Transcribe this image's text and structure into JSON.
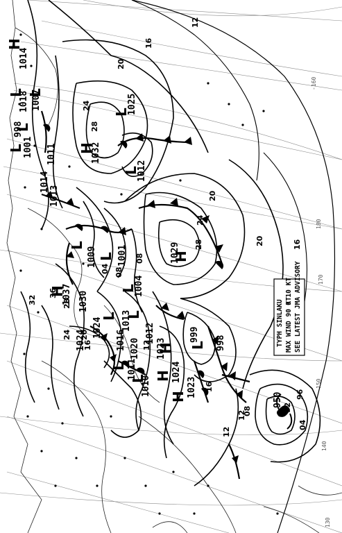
{
  "map": {
    "isobar_labels": [
      "12",
      "16",
      "20",
      "24",
      "28",
      "32",
      "36",
      "08",
      "04",
      "08",
      "12",
      "16",
      "20",
      "24",
      "28",
      "12",
      "16",
      "20",
      "24",
      "28",
      "20",
      "16",
      "12",
      "96",
      "92",
      "04",
      "08"
    ],
    "centers": [
      {
        "type": "H",
        "pressure": "1014"
      },
      {
        "type": "L",
        "pressure": "1018"
      },
      {
        "type": "L",
        "pressure": "1007"
      },
      {
        "type": "L",
        "pressure": "998"
      },
      {
        "type": "L",
        "pressure": "1001"
      },
      {
        "type": "L",
        "pressure": "1011"
      },
      {
        "type": "L",
        "pressure": "1014"
      },
      {
        "type": "L",
        "pressure": "1013"
      },
      {
        "type": "L",
        "pressure": "1025"
      },
      {
        "type": "H",
        "pressure": "1032"
      },
      {
        "type": "L",
        "pressure": "1012"
      },
      {
        "type": "L",
        "pressure": "1009"
      },
      {
        "type": "L",
        "pressure": "1001"
      },
      {
        "type": "H",
        "pressure": "1029"
      },
      {
        "type": "L",
        "pressure": "1004"
      },
      {
        "type": "L",
        "pressure": "1013"
      },
      {
        "type": "H",
        "pressure": "1037"
      },
      {
        "type": "H",
        "pressure": "1030"
      },
      {
        "type": "H",
        "pressure": "1024"
      },
      {
        "type": "L",
        "pressure": "1016"
      },
      {
        "type": "L",
        "pressure": "1020"
      },
      {
        "type": "L",
        "pressure": "1012"
      },
      {
        "type": "L",
        "pressure": "999"
      },
      {
        "type": "L",
        "pressure": "998"
      },
      {
        "type": "H",
        "pressure": "1023"
      },
      {
        "type": "H",
        "pressure": "1024"
      },
      {
        "type": "H",
        "pressure": "1023"
      },
      {
        "type": "L",
        "pressure": "1011"
      },
      {
        "type": "L",
        "pressure": "1010"
      },
      {
        "type": "L",
        "pressure": "1024"
      },
      {
        "type": "TS",
        "pressure": "950"
      }
    ],
    "typhoon_advisory": [
      "TYPH SINLAKU",
      "MAX WIND 90 KT",
      "SEE LATEST JMA ADVISORY"
    ],
    "advisory_extra": "0 10 KT",
    "grid_labels": [
      "-160",
      "170",
      "180",
      "150",
      "140",
      "130"
    ]
  }
}
